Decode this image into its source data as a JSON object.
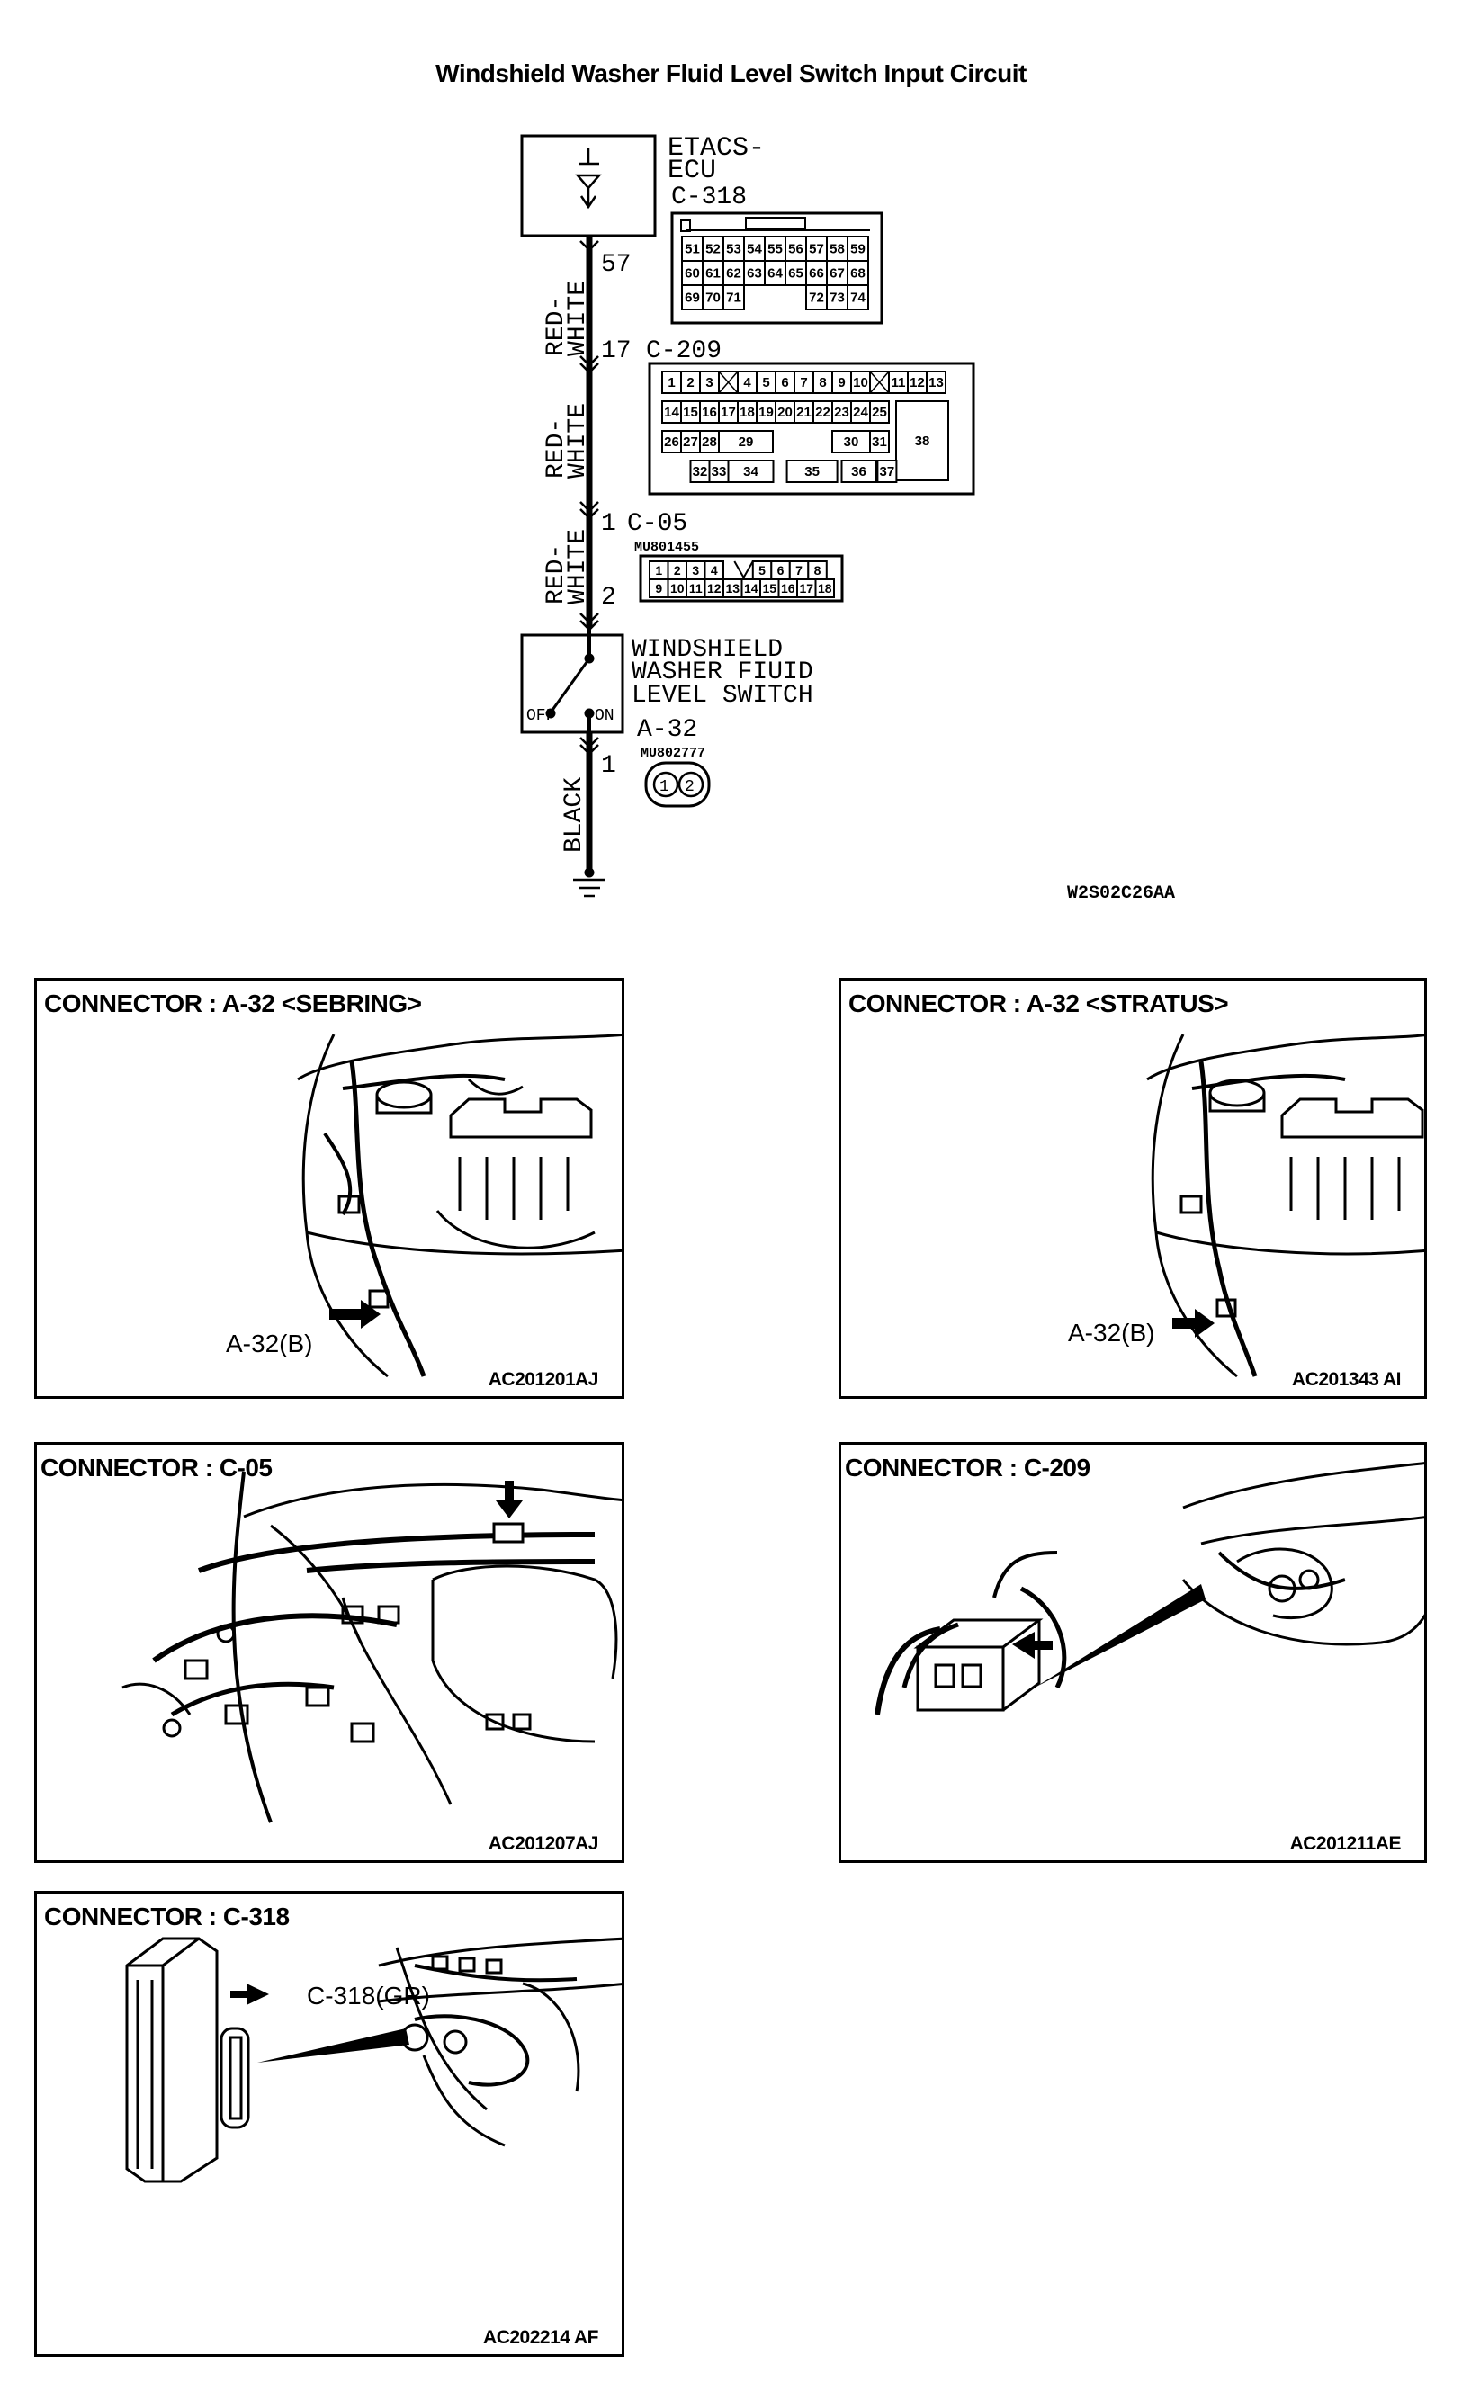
{
  "title": "Windshield Washer Fluid Level Switch Input Circuit",
  "schematic": {
    "ecu_name_line1": "ETACS-",
    "ecu_name_line2": "ECU",
    "ecu_connector": "C-318",
    "ecu_pin": "57",
    "c318_pins_row1": [
      "51",
      "52",
      "53",
      "54",
      "55",
      "56",
      "57",
      "58",
      "59"
    ],
    "c318_pins_row2": [
      "60",
      "61",
      "62",
      "63",
      "64",
      "65",
      "66",
      "67",
      "68"
    ],
    "c318_pins_row3": [
      "69",
      "70",
      "71",
      "",
      "",
      "",
      "72",
      "73",
      "74"
    ],
    "wire1_label_line1": "RED-",
    "wire1_label_line2": "WHITE",
    "c209_pin": "17",
    "c209_connector": "C-209",
    "c209_row1": [
      "1",
      "2",
      "3",
      "",
      "4",
      "5",
      "6",
      "7",
      "8",
      "9",
      "10",
      "",
      "11",
      "12",
      "13"
    ],
    "c209_row2": [
      "14",
      "15",
      "16",
      "17",
      "18",
      "19",
      "20",
      "21",
      "22",
      "23",
      "24",
      "25"
    ],
    "c209_row3": [
      "26",
      "27",
      "28",
      "29",
      "30",
      "31",
      "38"
    ],
    "c209_row4": [
      "32",
      "33",
      "34",
      "35",
      "36",
      "37"
    ],
    "wire2_label_line1": "RED-",
    "wire2_label_line2": "WHITE",
    "c05_pin_top": "1",
    "c05_connector": "C-05",
    "c05_part": "MU801455",
    "c05_row1": [
      "1",
      "2",
      "3",
      "4",
      "",
      "5",
      "6",
      "7",
      "8"
    ],
    "c05_row2": [
      "9",
      "10",
      "11",
      "12",
      "13",
      "14",
      "15",
      "16",
      "17",
      "18"
    ],
    "wire3_label_line1": "RED-",
    "wire3_label_line2": "WHITE",
    "c05_pin_bottom": "2",
    "switch_name_line1": "WINDSHIELD",
    "switch_name_line2": "WASHER FIUID",
    "switch_name_line3": "LEVEL SWITCH",
    "switch_off": "OFF",
    "switch_on": "ON",
    "switch_connector": "A-32",
    "switch_part": "MU802777",
    "switch_pins": [
      "1",
      "2"
    ],
    "switch_pin": "1",
    "ground_wire_label": "BLACK",
    "diagram_code": "W2S02C26AA"
  },
  "panels": [
    {
      "title": "CONNECTOR : A-32 <SEBRING>",
      "callout": "A-32(B)",
      "code": "AC201201AJ"
    },
    {
      "title": "CONNECTOR : A-32 <STRATUS>",
      "callout": "A-32(B)",
      "code": "AC201343 AI"
    },
    {
      "title": "CONNECTOR : C-05",
      "code": "AC201207AJ"
    },
    {
      "title": "CONNECTOR : C-209",
      "code": "AC201211AE"
    },
    {
      "title": "CONNECTOR : C-318",
      "callout": "C-318(GR)",
      "code": "AC202214 AF"
    }
  ],
  "colors": {
    "ink": "#000000",
    "paper": "#ffffff"
  }
}
